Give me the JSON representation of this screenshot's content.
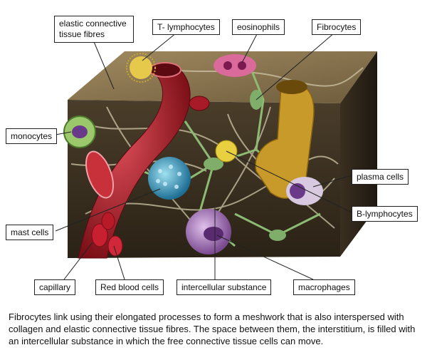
{
  "labels": {
    "elastic_fibres": "elastic connective tissue fibres",
    "t_lymphocytes": "T- lymphocytes",
    "eosinophils": "eosinophils",
    "fibrocytes": "Fibrocytes",
    "monocytes": "monocytes",
    "plasma_cells": "plasma cells",
    "b_lymphocytes": "B-lymphocytes",
    "mast_cells": "mast cells",
    "capillary": "capillary",
    "red_blood_cells": "Red blood cells",
    "intercellular_substance": "intercellular substance",
    "macrophages": "macrophages"
  },
  "caption": "Fibrocytes link using their elongated processes to form a meshwork that is also interspersed with collagen and elastic connective tissue fibres. The space between them, the interstitium, is filled with an intercellular substance in which the free connective tissue cells can move.",
  "colors": {
    "block_top": "#8a7550",
    "block_front": "#3a3022",
    "block_side": "#2a2218",
    "capillary": "#b3202a",
    "fibrocyte": "#7fae6a",
    "mast_cell": "#3f9fc4",
    "macrophage": "#b38ac4",
    "eosinophil": "#d96a9a",
    "lymphocyte": "#e6c84a",
    "monocyte": "#6a3a8a"
  }
}
